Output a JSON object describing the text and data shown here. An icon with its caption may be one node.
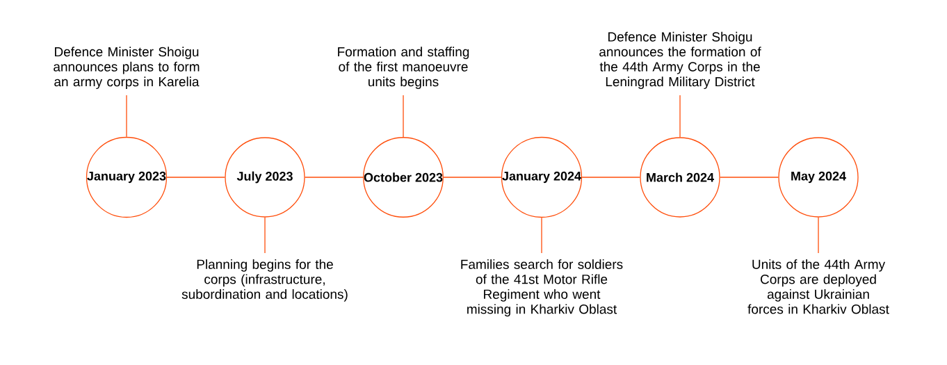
{
  "diagram": {
    "nodes": [
      {
        "text": [
          "January 2023"
        ]
      },
      {
        "text": [
          "July 2023"
        ]
      },
      {
        "text": [
          "October 2023"
        ]
      },
      {
        "text": [
          "January 2024"
        ]
      },
      {
        "text": [
          "March 2024"
        ]
      },
      {
        "text": [
          "May 2024"
        ]
      },
      {
        "text": [
          "Defence Minister Shoigu announces plans to form an army corps in Karelia"
        ]
      },
      {
        "text": [
          "Planning begins for the corps (infrastructure, subordination and locations)"
        ]
      },
      {
        "text": [
          "Formation and staffing of the first manoeuvre units begins"
        ]
      },
      {
        "text": [
          "Families search for soldiers of the 41st Motor Rifle Regiment who went missing in Kharkiv Oblast"
        ]
      },
      {
        "text": [
          "Defence Minister Shoigu announces the formation of the 44th Army Corps in the Leningrad Military District"
        ]
      },
      {
        "text": [
          "Units of the 44th Army Corps are deployed against Ukrainian forces in Kharkiv Oblast"
        ]
      }
    ],
    "edges": [
      {
        "from": 0,
        "to": 1,
        "arrow": "none"
      },
      {
        "from": 1,
        "to": 2,
        "arrow": "none"
      },
      {
        "from": 2,
        "to": 3,
        "arrow": "none"
      },
      {
        "from": 3,
        "to": 4,
        "arrow": "none"
      },
      {
        "from": 4,
        "to": 5,
        "arrow": "none"
      },
      {
        "from": 6,
        "to": 0,
        "arrow": "none"
      },
      {
        "from": 7,
        "to": 1,
        "arrow": "none"
      },
      {
        "from": 8,
        "to": 2,
        "arrow": "none"
      },
      {
        "from": 9,
        "to": 3,
        "arrow": "none"
      },
      {
        "from": 10,
        "to": 4,
        "arrow": "none"
      },
      {
        "from": 11,
        "to": 5,
        "arrow": "none"
      }
    ]
  }
}
